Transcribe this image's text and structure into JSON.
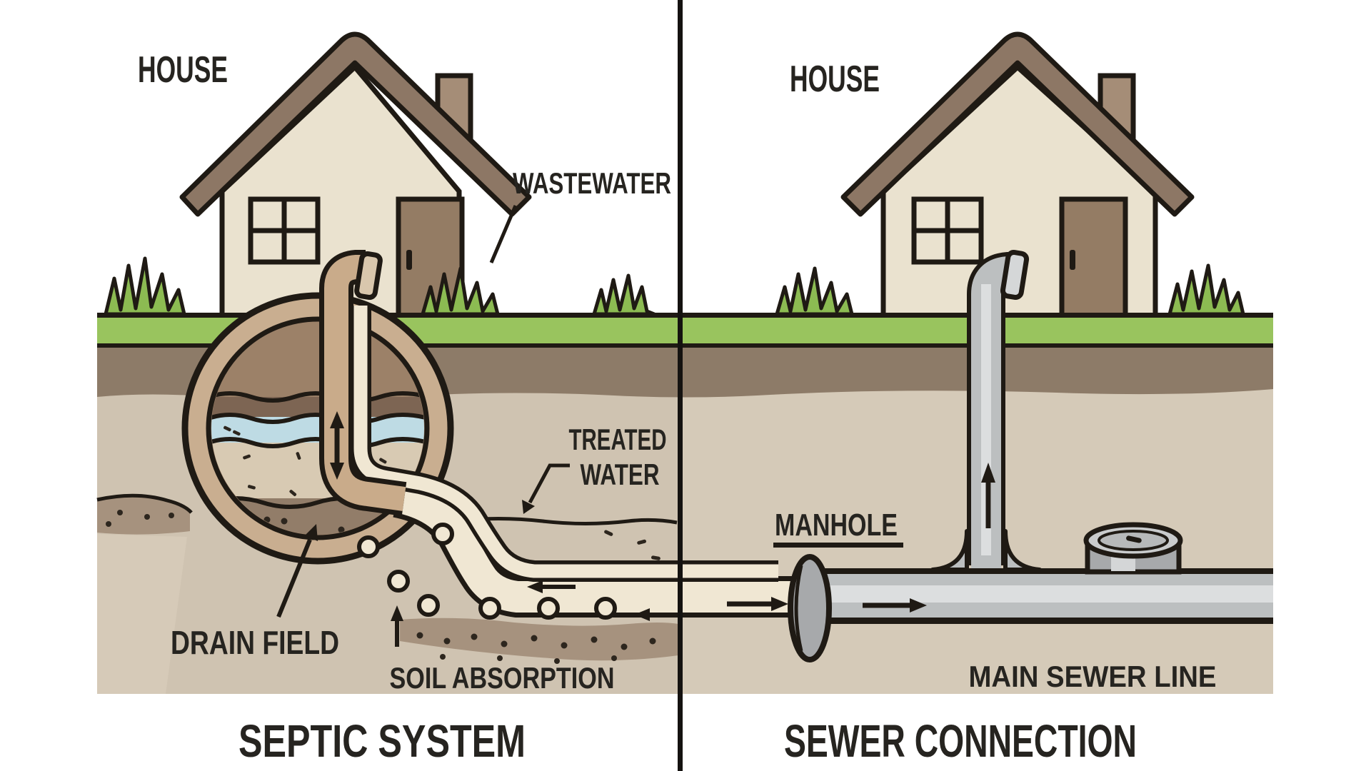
{
  "diagram": {
    "left_panel": {
      "house_label": "HOUSE",
      "wastewater_label": "WASTEWATER",
      "treated_water_line1": "TREATED",
      "treated_water_line2": "WATER",
      "drain_field_label": "DRAIN FIELD",
      "soil_absorption_label": "SOIL ABSORPTION",
      "title": "SEPTIC SYSTEM"
    },
    "right_panel": {
      "house_label": "HOUSE",
      "manhole_label": "MANHOLE",
      "main_sewer_label": "MAIN SEWER LINE",
      "title": "SEWER CONNECTION"
    },
    "colors": {
      "background": "#ffffff",
      "outline": "#1f1a14",
      "grass": "#99c45e",
      "topsoil": "#8d7b68",
      "subsoil_left": "#cfc3b1",
      "subsoil_right": "#d5cab8",
      "house_wall": "#eae2cf",
      "roof": "#8d7765",
      "chimney": "#a58d77",
      "door": "#947c64",
      "tank_ring": "#c9ae90",
      "tank_scum": "#9c8168",
      "tank_dark_band": "#7d6553",
      "tank_water": "#bedbe4",
      "tank_lower": "#d8cab3",
      "tank_sludge": "#927d69",
      "pipe_cream": "#f0e7d3",
      "pipe_tan": "#c9ab8a",
      "pipe_gray": "#bcbfc0",
      "pipe_gray_highlight": "#dcdedf",
      "soil_band": "#a6927e"
    }
  }
}
